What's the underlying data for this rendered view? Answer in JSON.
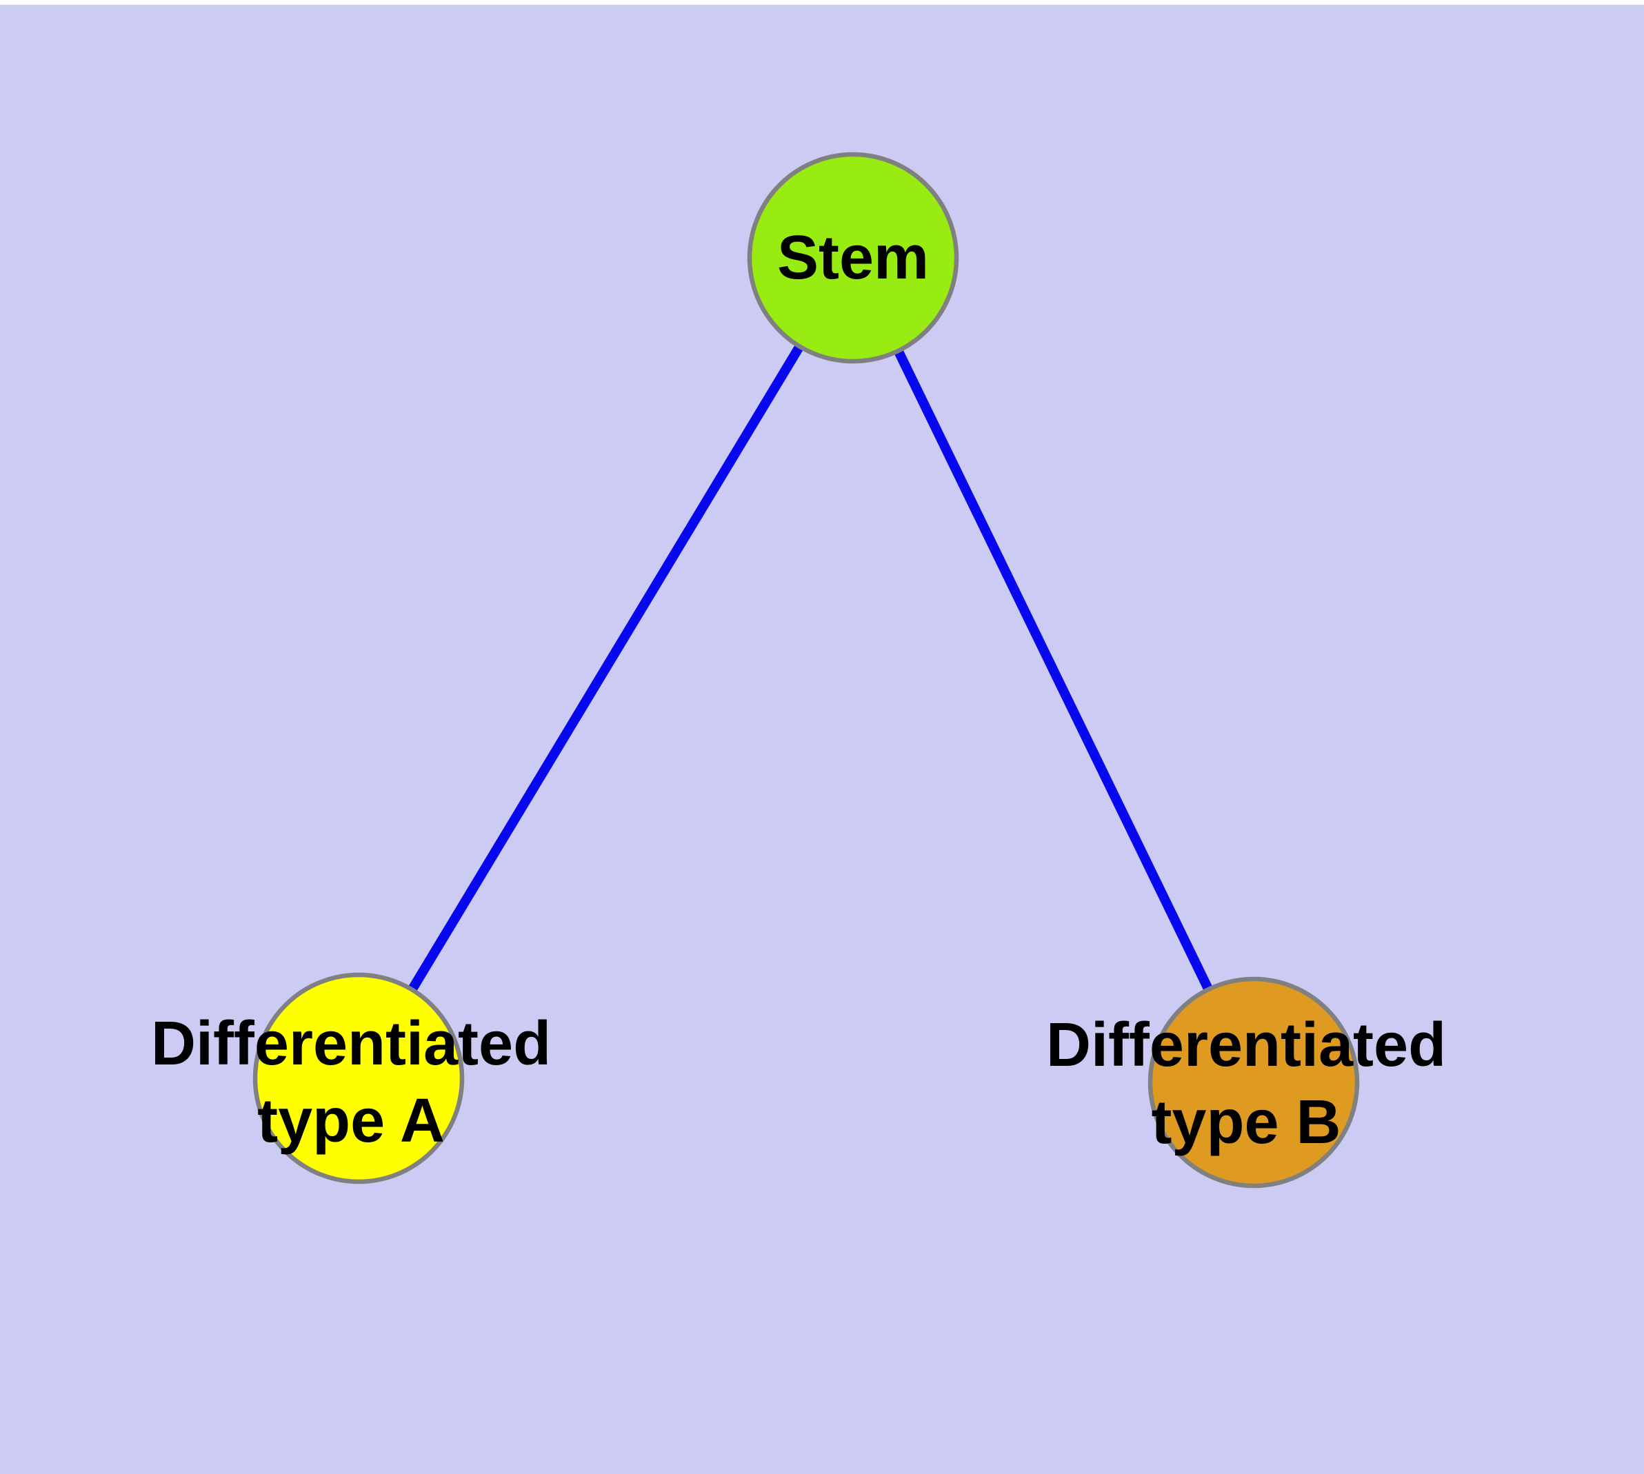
{
  "colors": {
    "page_background": "#FFFFFF",
    "canvas_background": "#CBCBF4",
    "node_border": "#808080",
    "edge": "#0808EE",
    "label_text": "#000000",
    "stem_fill": "#98EC11",
    "type_a_fill": "#FFFF00",
    "type_b_fill": "#DF9A22"
  },
  "nodes": [
    {
      "id": "stem",
      "lines": [
        "Stem"
      ],
      "fill": "#98EC11"
    },
    {
      "id": "differentiated-type-a",
      "lines": [
        "Differentiated",
        "type A"
      ],
      "fill": "#FFFF00"
    },
    {
      "id": "differentiated-type-b",
      "lines": [
        "Differentiated",
        "type B"
      ],
      "fill": "#DF9A22"
    }
  ],
  "edges": [
    {
      "from": "stem",
      "to": "differentiated-type-a"
    },
    {
      "from": "stem",
      "to": "differentiated-type-b"
    }
  ]
}
